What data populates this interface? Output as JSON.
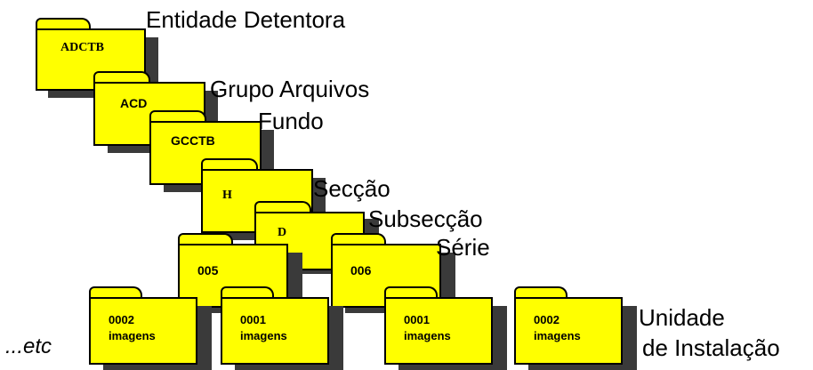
{
  "levels": {
    "entidade": "Entidade Detentora",
    "grupo": "Grupo Arquivos",
    "fundo": "Fundo",
    "seccao": "Secção",
    "subseccao": "Subsecção",
    "serie": "Série",
    "unidade_line1": "Unidade",
    "unidade_line2": "de Instalação"
  },
  "folders": {
    "adctb": "ADCTB",
    "acd": "ACD",
    "gcctb": "GCCTB",
    "h": "H",
    "d": "D",
    "s005": "005",
    "s006": "006",
    "u1": {
      "line1": "0002",
      "line2": "imagens"
    },
    "u2": {
      "line1": "0001",
      "line2": "imagens"
    },
    "u3": {
      "line1": "0001",
      "line2": "imagens"
    },
    "u4": {
      "line1": "0002",
      "line2": "imagens"
    }
  },
  "etc": "...etc",
  "colors": {
    "folder": "#ffff00",
    "shadow": "#3a3a3a",
    "outline": "#000000"
  }
}
